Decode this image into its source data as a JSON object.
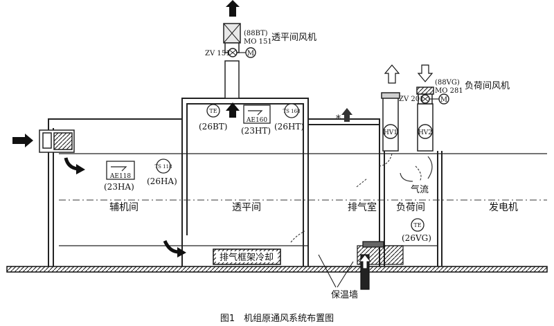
{
  "caption": "图1　机组原通风系统布置图",
  "rooms": {
    "auxiliary": "辅机间",
    "turbine": "透平间",
    "exhaust": "排气室",
    "load": "负荷间",
    "generator": "发电机"
  },
  "fans": {
    "turbine_fan": {
      "title": "透平间风机",
      "id_line": "(88BT)",
      "motor_line": "MO 151",
      "valve": "ZV 151",
      "motor_symbol": "M"
    },
    "load_fan": {
      "title": "负荷间风机",
      "id_line": "(88VG)",
      "motor_line": "MO 281",
      "valve": "ZV 201",
      "motor_symbol": "M"
    }
  },
  "instruments": {
    "te_bt": {
      "symbol": "TE",
      "tag": "(26BT)"
    },
    "ae160": {
      "symbol": "AE160",
      "tag": "(23HT)"
    },
    "ts168": {
      "symbol": "TS 168",
      "tag": "(26HT)"
    },
    "ae118": {
      "symbol": "AE118",
      "tag": "(23HA)"
    },
    "ts118": {
      "symbol": "TS 118",
      "tag": "(26HA)"
    },
    "te_vg": {
      "symbol": "TE",
      "tag": "(26VG)"
    }
  },
  "dampers": {
    "hv1": "HV1",
    "hv2": "HV2"
  },
  "labels": {
    "airflow": "气流",
    "cooling": "排气框架冷却",
    "insulation_wall": "保温墙",
    "asterisk": "*"
  }
}
